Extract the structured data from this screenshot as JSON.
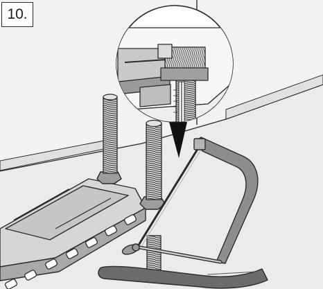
{
  "step": {
    "label": "10."
  },
  "illustration": {
    "components": [
      "threaded-rod-left",
      "threaded-rod-right",
      "mounting-rail",
      "hacksaw",
      "detail-magnifier",
      "cut-mark-arrow"
    ],
    "colors": {
      "line": "#2b2b2b",
      "wall": "#f2f2f2",
      "floor": "#e9e9e9",
      "metal_light": "#d9d9d9",
      "metal_mid": "#a8a8a8",
      "metal_dark": "#6f6f6f",
      "saw_frame": "#8a8a8a",
      "grip": "#6b6b6b"
    }
  }
}
